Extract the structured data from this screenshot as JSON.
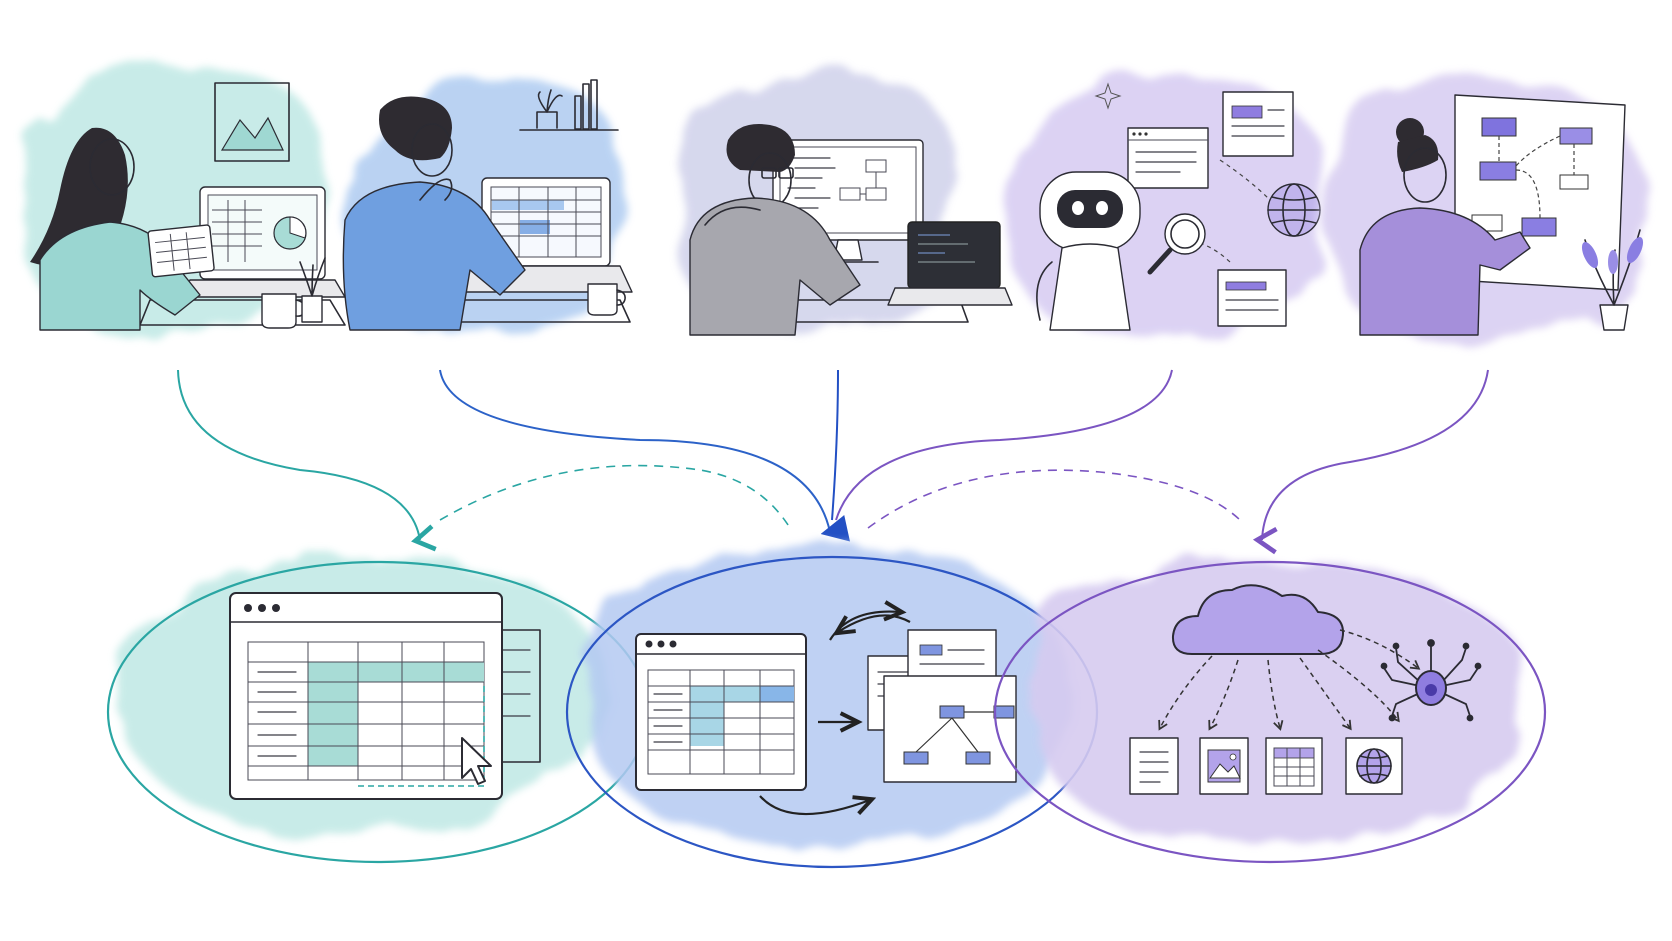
{
  "diagram": {
    "kind": "illustrated-flow",
    "personas": [
      {
        "name": "spreadsheet-user",
        "accent": "#8fd3d0"
      },
      {
        "name": "analyst",
        "accent": "#6f9fe0"
      },
      {
        "name": "developer",
        "accent": "#9a9aa2"
      },
      {
        "name": "ai-agent",
        "accent": "#b9a8e6"
      },
      {
        "name": "workflow-designer",
        "accent": "#a58fda"
      }
    ],
    "zones": [
      {
        "name": "spreadsheet-zone",
        "color": "#2aa6a3"
      },
      {
        "name": "workflow-zone",
        "color": "#2c56c4"
      },
      {
        "name": "web-data-zone",
        "color": "#7b55c2"
      }
    ],
    "zone_icons": [
      "document-icon",
      "image-icon",
      "table-icon",
      "globe-icon",
      "spider-crawler-icon",
      "cloud-icon"
    ]
  }
}
